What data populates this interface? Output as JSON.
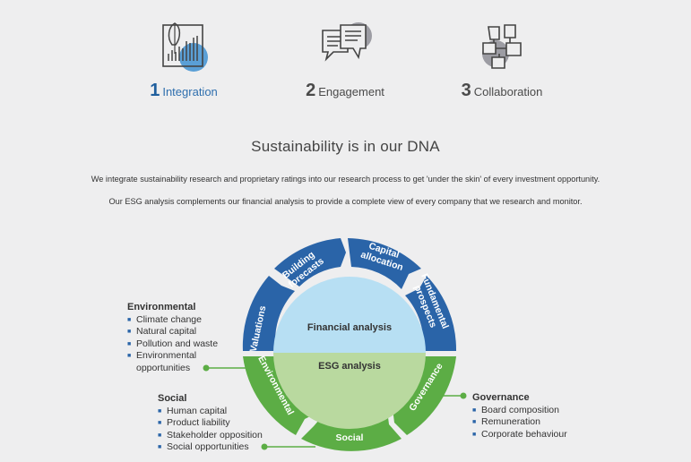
{
  "pillars": [
    {
      "number": "1",
      "label": "Integration",
      "icon": "plant-chart-icon",
      "active": true
    },
    {
      "number": "2",
      "label": "Engagement",
      "icon": "speech-bubbles-icon",
      "active": false
    },
    {
      "number": "3",
      "label": "Collaboration",
      "icon": "joined-hands-icon",
      "active": false
    }
  ],
  "title": "Sustainability is in our DNA",
  "intro": [
    "We integrate sustainability research and proprietary ratings into our research process to get 'under the skin' of every investment opportunity.",
    "Our ESG analysis complements our financial analysis to provide a complete view of every company that we research and monitor."
  ],
  "wheel": {
    "financial_segments": [
      "Valuations",
      "Building forecasts",
      "Capital allocation",
      "Fundamental prospects"
    ],
    "esg_segments": [
      "Environmental",
      "Social",
      "Governance"
    ],
    "core_top": "Financial analysis",
    "core_bottom": "ESG analysis"
  },
  "environmental": {
    "heading": "Environmental",
    "items": [
      "Climate change",
      "Natural capital",
      "Pollution and waste",
      "Environmental",
      "opportunities"
    ]
  },
  "social": {
    "heading": "Social",
    "items": [
      "Human capital",
      "Product liability",
      "Stakeholder opposition",
      "Social opportunities"
    ]
  },
  "governance": {
    "heading": "Governance",
    "items": [
      "Board composition",
      "Remuneration",
      "Corporate behaviour"
    ]
  },
  "colors": {
    "blue": "#2a64a8",
    "green": "#5cad45",
    "light_blue": "#b7dff3",
    "light_green": "#b9d99f",
    "grey_icon": "#9c9ca3",
    "accent_blue_circle": "#5a9fd6"
  }
}
